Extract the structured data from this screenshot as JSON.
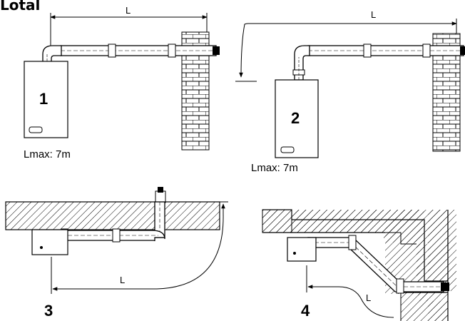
{
  "title": "Lotal",
  "diagrams": [
    {
      "number": "1",
      "length_label": "L",
      "max_note": "Lmax: 7m"
    },
    {
      "number": "2",
      "length_label": "L",
      "max_note": "Lmax: 7m"
    },
    {
      "number": "3",
      "length_label": "L"
    },
    {
      "number": "4",
      "length_label": "L"
    }
  ]
}
